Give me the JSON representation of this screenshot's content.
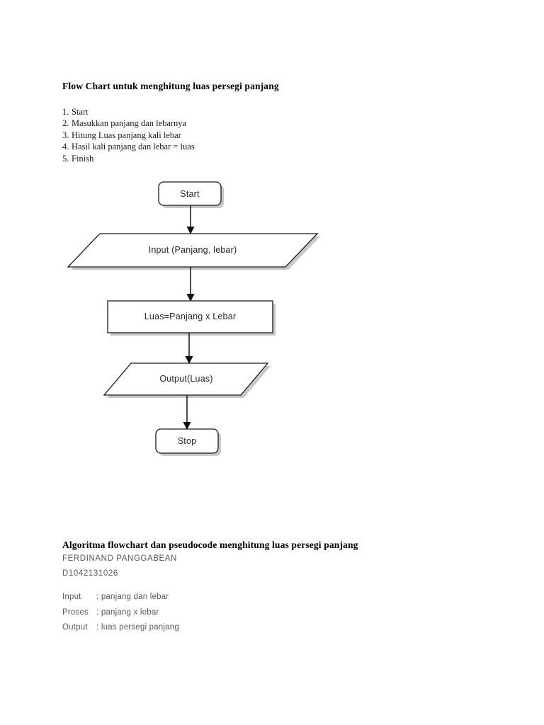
{
  "document": {
    "title_flowchart": "Flow Chart untuk menghitung luas persegi panjang",
    "title_algoritma": "Algoritma flowchart dan pseudocode menghitung luas persegi panjang"
  },
  "steps": [
    {
      "number": "1.",
      "text": "Start"
    },
    {
      "number": "2.",
      "text": "Masukkan panjang dan lebarnya"
    },
    {
      "number": "3.",
      "text": "Hitung Luas panjang kali lebar"
    },
    {
      "number": "4.",
      "text": "Hasil kali panjang dan lebar = luas"
    },
    {
      "number": "5.",
      "text": "Finish"
    }
  ],
  "author": {
    "name": "FERDINAND PANGGABEAN",
    "student_id": "D1042131026"
  },
  "pseudocode": [
    {
      "label": "Input",
      "separator": ":",
      "value": "panjang dan lebar"
    },
    {
      "label": "Proses",
      "separator": ":",
      "value": "panjang x lebar"
    },
    {
      "label": "Output",
      "separator": ":",
      "value": "luas persegi panjang"
    }
  ],
  "flowchart": {
    "nodes": [
      {
        "id": "start",
        "shape": "terminator",
        "label": "Start"
      },
      {
        "id": "input",
        "shape": "parallelogram",
        "label": "Input (Panjang, lebar)"
      },
      {
        "id": "process",
        "shape": "rectangle",
        "label": "Luas=Panjang x Lebar"
      },
      {
        "id": "output",
        "shape": "parallelogram",
        "label": "Output(Luas)"
      },
      {
        "id": "stop",
        "shape": "terminator",
        "label": "Stop"
      }
    ],
    "edges": [
      {
        "from": "start",
        "to": "input"
      },
      {
        "from": "input",
        "to": "process"
      },
      {
        "from": "process",
        "to": "output"
      },
      {
        "from": "output",
        "to": "stop"
      }
    ]
  },
  "colors": {
    "page_background": "#ffffff",
    "text": "#000000",
    "muted_text": "#595959",
    "shape_stroke": "#1a1a1a",
    "connector": "#111111",
    "shadow": "#9a9a9a"
  }
}
